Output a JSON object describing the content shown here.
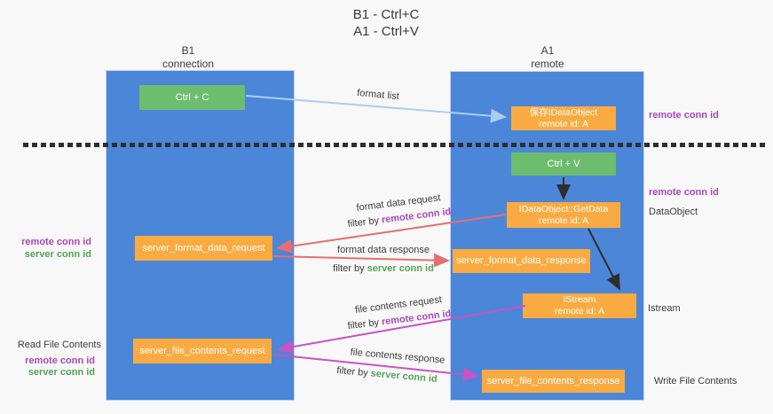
{
  "title": {
    "line1": "B1 - Ctrl+C",
    "line2": "A1 - Ctrl+V"
  },
  "lanes": {
    "left": {
      "name": "B1",
      "subtitle": "connection"
    },
    "right": {
      "name": "A1",
      "subtitle": "remote"
    }
  },
  "boxes": {
    "ctrl_c": "Ctrl + C",
    "ctrl_v": "Ctrl + V",
    "save_idataobject": {
      "line1": "保存IDataObject",
      "line2": "remote id: A"
    },
    "getdata": {
      "line1": "IDataObject::GetData",
      "line2": "remote id: A"
    },
    "istream": {
      "line1": "IStream",
      "line2": "remote id: A"
    },
    "server_format_data_request": "server_format_data_request",
    "server_format_data_response": "server_format_data_response",
    "server_file_contents_request": "server_file_contents_request",
    "server_file_contents_response": "server_file_contents_response"
  },
  "arrows": {
    "format_list": "format list",
    "format_data_request": "format data request",
    "format_data_response": "format data response",
    "file_contents_request": "file contents request",
    "file_contents_response": "file contents response",
    "filter_by": "filter by",
    "remote_conn_id": "remote conn id",
    "server_conn_id": "server conn id"
  },
  "side_labels": {
    "remote_conn_id": "remote conn id",
    "server_conn_id": "server conn id",
    "dataobject": "DataObject",
    "istream": "Istream",
    "read_file_contents": "Read File Contents",
    "write_file_contents": "Write File Contents"
  },
  "colors": {
    "lane_blue": "#4c86d8",
    "box_orange": "#f9ab42",
    "box_green": "#6dbd6f",
    "arrow_blue": "#a9cdf2",
    "arrow_red": "#e57070",
    "arrow_magenta": "#c554c5",
    "arrow_black": "#2e2e2e",
    "text_purple": "#ab47bc",
    "text_green": "#52a556",
    "dashed_line": "#2e2e2e",
    "background": "#f8f8f8"
  }
}
